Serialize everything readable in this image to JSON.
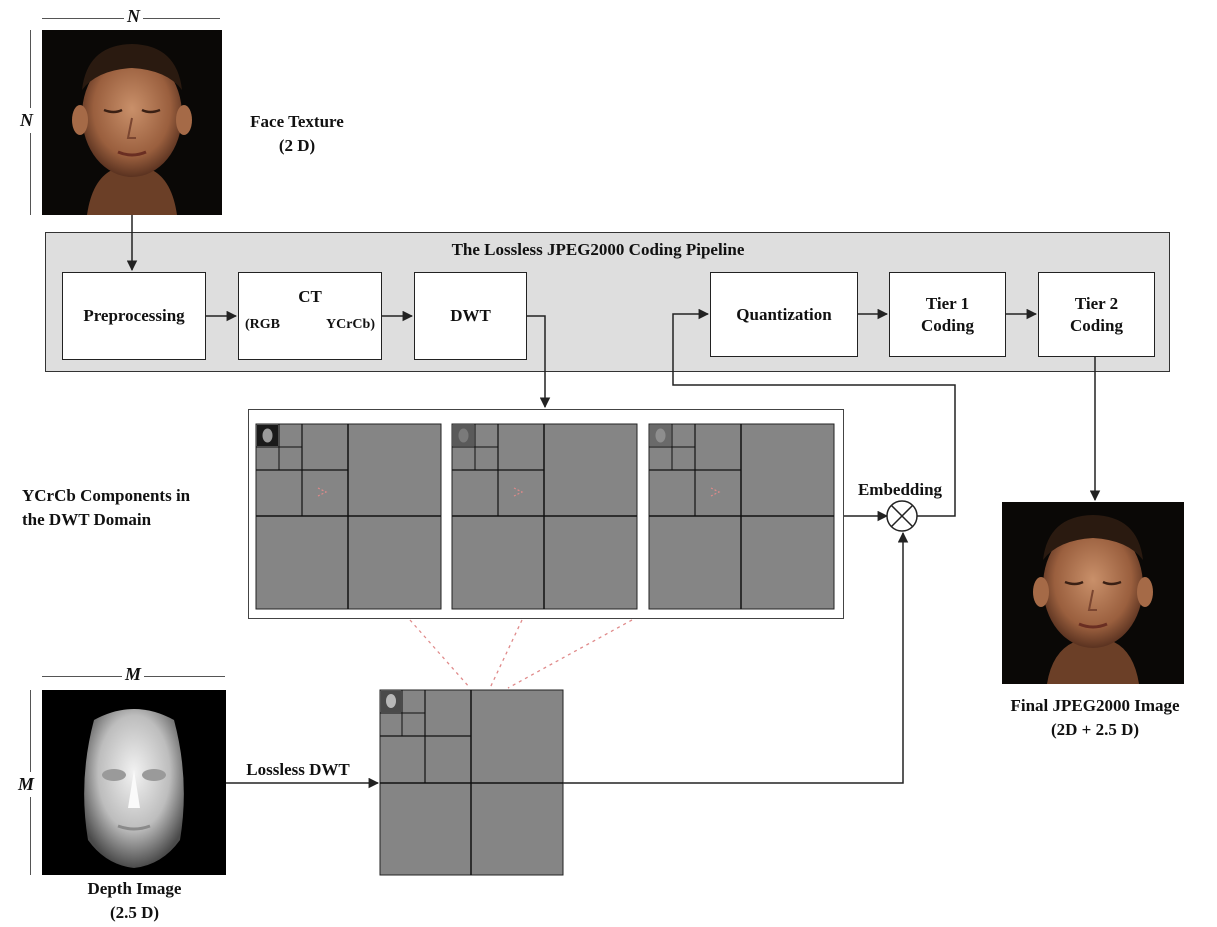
{
  "face_texture": {
    "label_line1": "Face Texture",
    "label_line2": "(2 D)",
    "dim_label": "N"
  },
  "pipeline": {
    "title": "The Lossless JPEG2000 Coding Pipeline",
    "boxes": {
      "preprocessing": "Preprocessing",
      "ct_title": "CT",
      "ct_from": "(RGB",
      "ct_to": "YCrCb)",
      "dwt": "DWT",
      "quantization": "Quantization",
      "tier1_line1": "Tier 1",
      "tier1_line2": "Coding",
      "tier2_line1": "Tier 2",
      "tier2_line2": "Coding"
    }
  },
  "dwt_domain": {
    "label_line1": "YCrCb Components in",
    "label_line2": "the DWT Domain"
  },
  "embedding": {
    "label": "Embedding"
  },
  "depth_image": {
    "label_line1": "Depth Image",
    "label_line2": "(2.5 D)",
    "dim_label": "M"
  },
  "lossless_dwt": {
    "label": "Lossless DWT"
  },
  "final_image": {
    "label_line1": "Final JPEG2000 Image",
    "label_line2": "(2D + 2.5 D)"
  },
  "colors": {
    "subband_fill": "#858585",
    "pipeline_bg": "#dedede",
    "dashed_link": "#e08a8a",
    "arrow": "#222222"
  }
}
